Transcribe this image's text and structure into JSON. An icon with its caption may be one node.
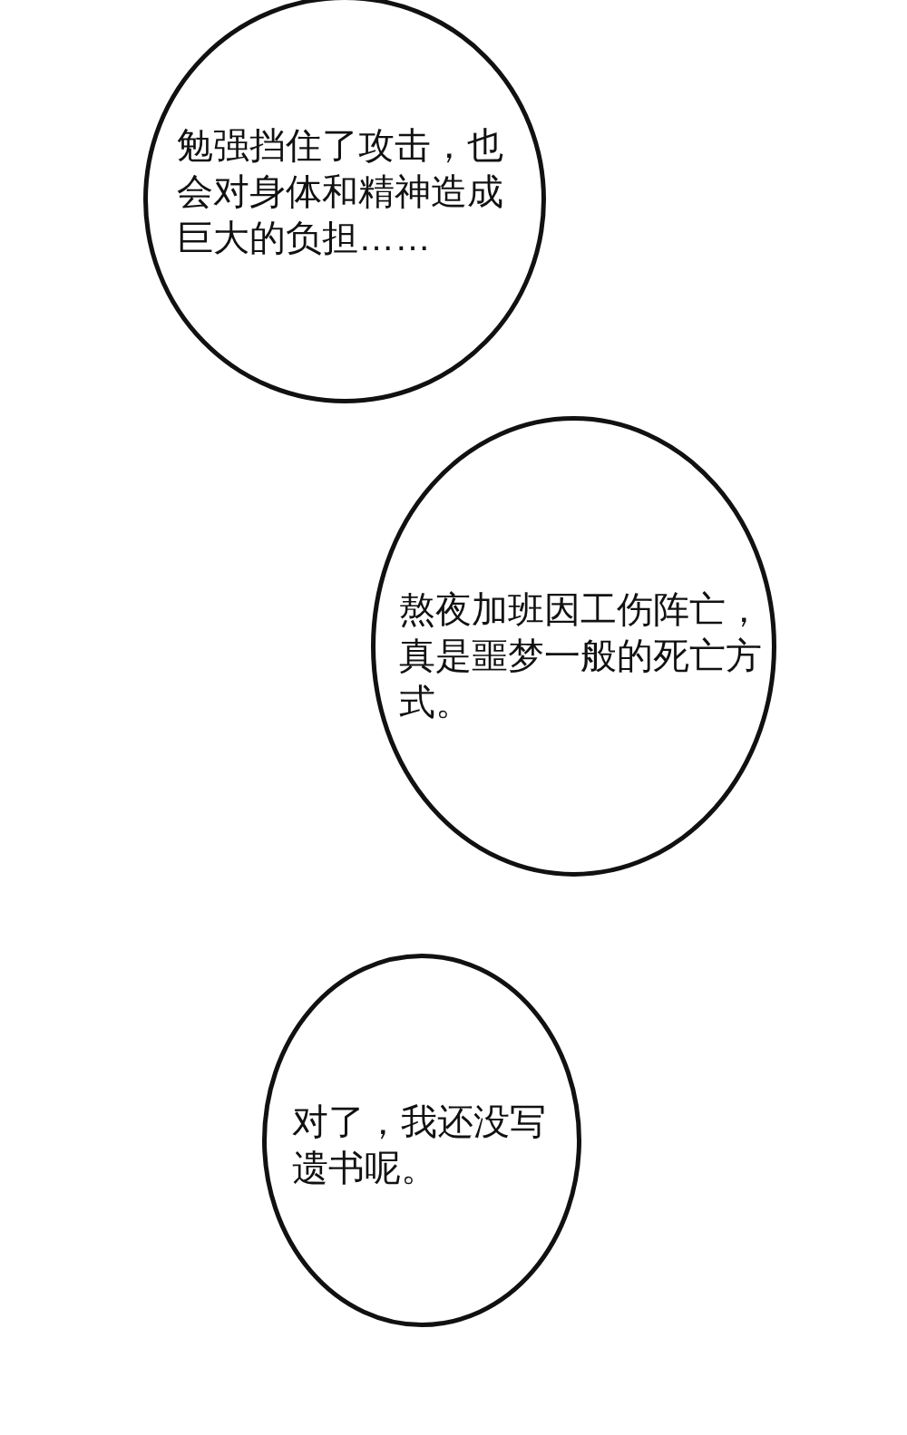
{
  "diagram": {
    "nodes": [
      {
        "text": [
          "勉强挡住了攻击，也会对身体和精神造成巨大的负担……"
        ]
      },
      {
        "text": [
          "熬夜加班因工伤阵亡，真是噩梦一般的死亡方式。"
        ]
      },
      {
        "text": [
          "对了，我还没写遗书呢。"
        ]
      }
    ]
  }
}
